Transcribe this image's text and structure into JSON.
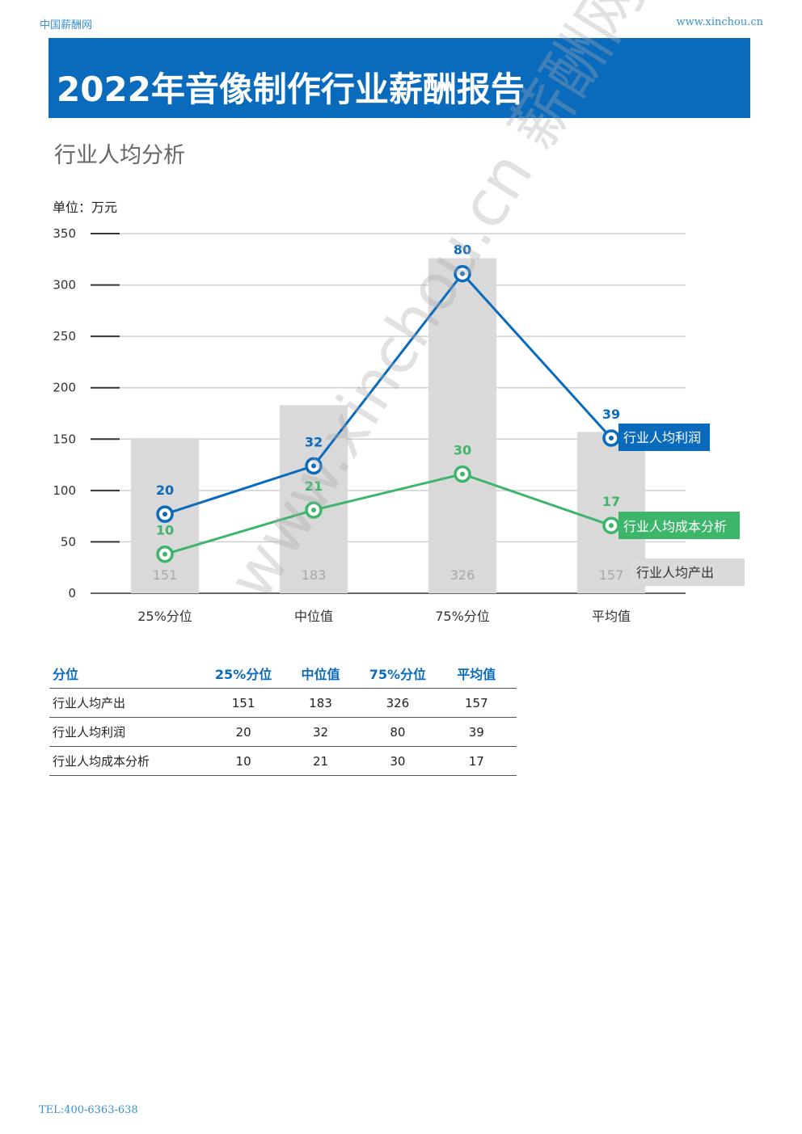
{
  "header": {
    "site_name": "中国薪酬网",
    "site_url": "www.xinchou.cn"
  },
  "banner": {
    "title": "2022年音像制作行业薪酬报告",
    "color": "#0a6bbd"
  },
  "section_title": "行业人均分析",
  "unit_label": "单位：万元",
  "watermark": "www.xinchou.cn 薪酬网",
  "chart_data": {
    "type": "bar",
    "categories": [
      "25%分位",
      "中位值",
      "75%分位",
      "平均值"
    ],
    "yticks": [
      0,
      50,
      100,
      150,
      200,
      250,
      300,
      350
    ],
    "ylim": [
      0,
      350
    ],
    "grid": true,
    "bar_series": {
      "name": "行业人均产出",
      "values": [
        151,
        183,
        326,
        157
      ],
      "color": "#d9d9d9"
    },
    "line_series": [
      {
        "name": "行业人均利润",
        "values": [
          20,
          32,
          80,
          39
        ],
        "plot_positions": [
          77,
          124,
          311,
          151
        ],
        "color": "#0a6bbd"
      },
      {
        "name": "行业人均成本分析",
        "values": [
          10,
          21,
          30,
          17
        ],
        "plot_positions": [
          38,
          81,
          116,
          66
        ],
        "color": "#3db56b"
      }
    ]
  },
  "table": {
    "headers": [
      "分位",
      "25%分位",
      "中位值",
      "75%分位",
      "平均值"
    ],
    "rows": [
      [
        "行业人均产出",
        "151",
        "183",
        "326",
        "157"
      ],
      [
        "行业人均利润",
        "20",
        "32",
        "80",
        "39"
      ],
      [
        "行业人均成本分析",
        "10",
        "21",
        "30",
        "17"
      ]
    ]
  },
  "footer": {
    "tel": "TEL:400-6363-638"
  }
}
